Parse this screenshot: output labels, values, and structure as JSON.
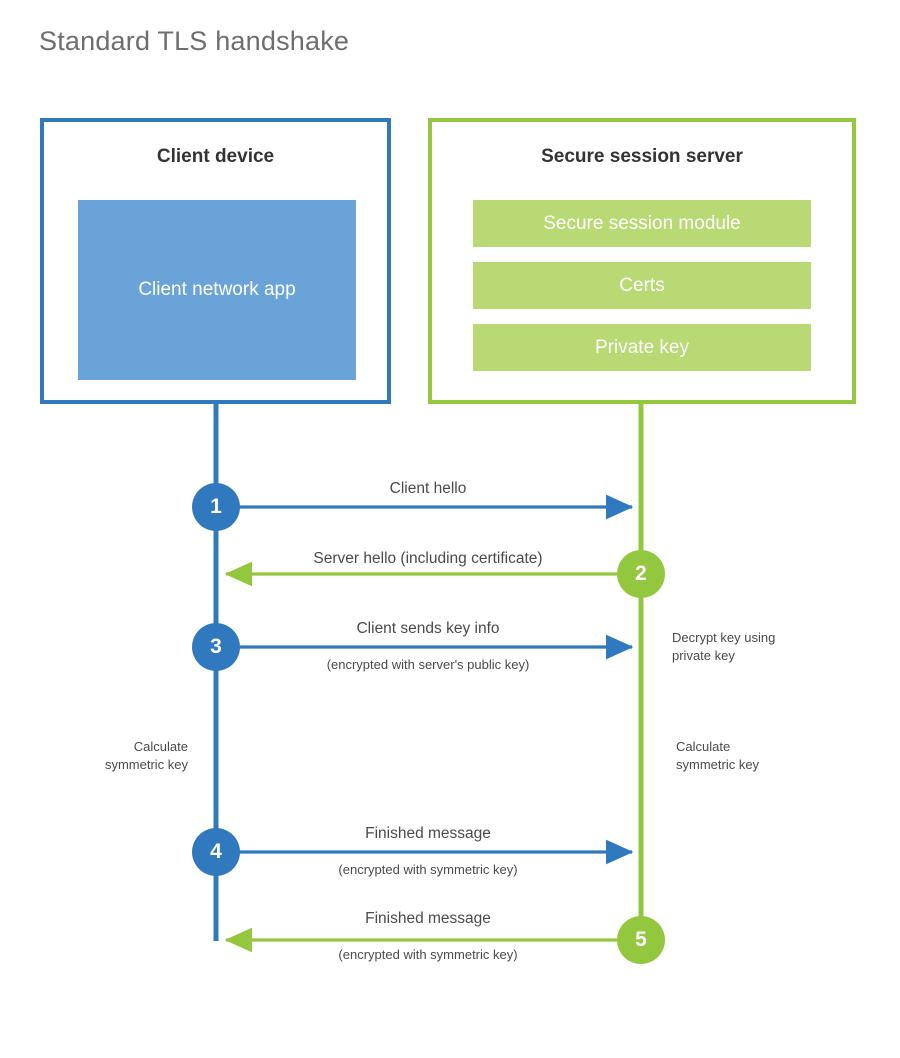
{
  "title": "Standard TLS handshake",
  "colors": {
    "client_border": "#3079be",
    "client_fill": "#6aa3d8",
    "server_border": "#93c83e",
    "server_fill": "#b9d975",
    "client_line": "#3079be",
    "server_line": "#93c83e",
    "text": "#4a4a4a",
    "title_text": "#6e6e6e",
    "heading_text": "#333333",
    "background": "#ffffff"
  },
  "client": {
    "title": "Client device",
    "app_label": "Client network app"
  },
  "server": {
    "title": "Secure session server",
    "blocks": [
      {
        "label": "Secure session module"
      },
      {
        "label": "Certs"
      },
      {
        "label": "Private key"
      }
    ]
  },
  "steps": [
    {
      "number": "1",
      "label": "Client hello",
      "sublabel": "",
      "direction": "client-to-server",
      "color": "#3079be",
      "badge_side": "client"
    },
    {
      "number": "2",
      "label": "Server hello (including certificate)",
      "sublabel": "",
      "direction": "server-to-client",
      "color": "#93c83e",
      "badge_side": "server"
    },
    {
      "number": "3",
      "label": "Client sends key info",
      "sublabel": "(encrypted with server's public key)",
      "direction": "client-to-server",
      "color": "#3079be",
      "badge_side": "client"
    },
    {
      "number": "4",
      "label": "Finished message",
      "sublabel": "(encrypted with symmetric key)",
      "direction": "client-to-server",
      "color": "#3079be",
      "badge_side": "client"
    },
    {
      "number": "5",
      "label": "Finished message",
      "sublabel": "(encrypted with symmetric key)",
      "direction": "server-to-client",
      "color": "#93c83e",
      "badge_side": "server"
    }
  ],
  "annotations": {
    "server_decrypt": "Decrypt key using\nprivate key",
    "client_calculate": "Calculate\nsymmetric key",
    "server_calculate": "Calculate\nsymmetric key"
  }
}
